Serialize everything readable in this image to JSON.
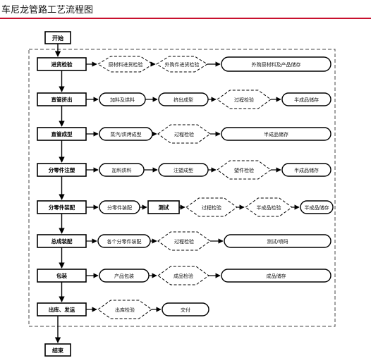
{
  "title": "车尼龙管路工艺流程图",
  "colors": {
    "accent": "#c8102e"
  },
  "start_label": "开始",
  "end_label": "结束",
  "stages": [
    {
      "label": "进货检验",
      "steps": [
        "原材料进货检验",
        "外购件进货检验",
        "外购原材料及产品储存"
      ]
    },
    {
      "label": "直管挤出",
      "steps": [
        "加料及烘料",
        "挤出成型",
        "过程检验",
        "半成品储存"
      ]
    },
    {
      "label": "直管成型",
      "steps": [
        "蒸汽/烘烤成型",
        "过程检验",
        "半成品储存"
      ]
    },
    {
      "label": "分零件注塑",
      "steps": [
        "加料烘料",
        "注塑成型",
        "塑件检验",
        "半成品储存"
      ]
    },
    {
      "label": "分零件装配",
      "steps": [
        "分零件装配",
        "测试",
        "过程检验",
        "半成品检验",
        "半成品储存"
      ]
    },
    {
      "label": "总成装配",
      "steps": [
        "各个分零件装配",
        "过程检验",
        "测试/喷码"
      ]
    },
    {
      "label": "包装",
      "steps": [
        "产品包装",
        "成品检验",
        "成品储存"
      ]
    },
    {
      "label": "出库、发运",
      "steps": [
        "出库检验",
        "交付"
      ]
    }
  ]
}
